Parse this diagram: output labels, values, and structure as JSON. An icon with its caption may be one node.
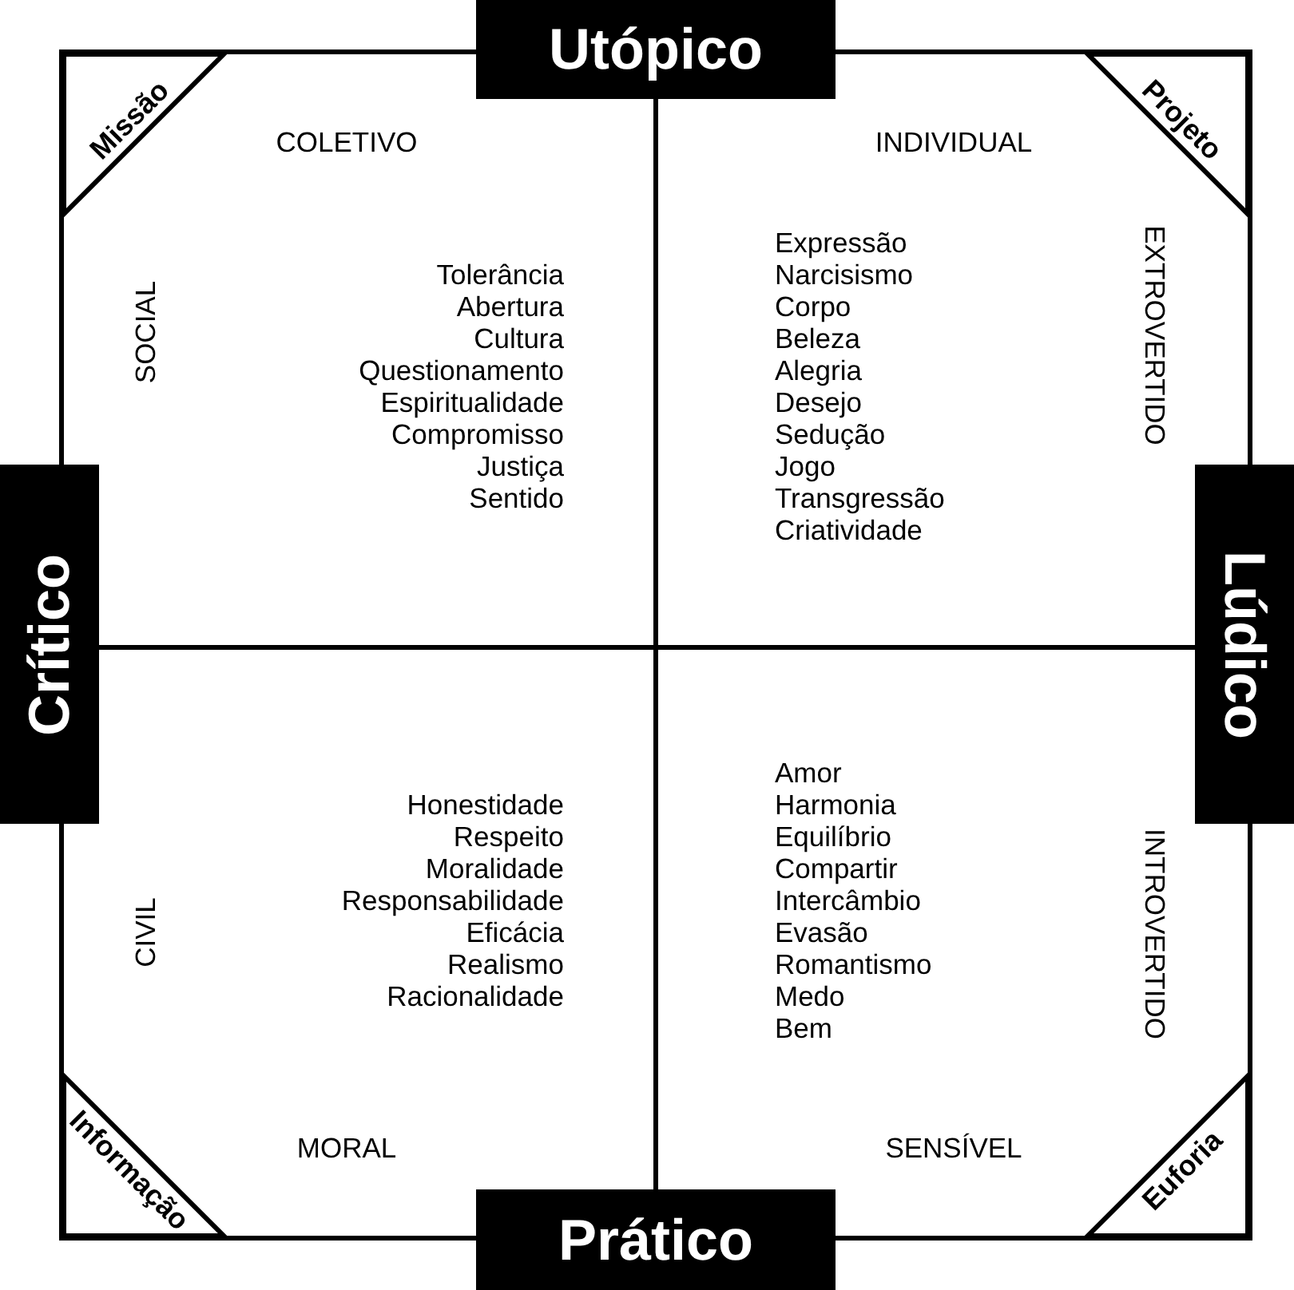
{
  "diagram": {
    "nodes": [
      {
        "text": [
          "Utópico"
        ]
      },
      {
        "text": [
          "COLETIVO",
          "SOCIAL",
          "Tolerância Abertura Cultura Questionamento Espiritualidade Compromisso Justiça Sentido"
        ]
      },
      {
        "text": [
          "Missão"
        ],
        "in": 1
      },
      {
        "text": [
          "INDIVIDUAL",
          "Expressão Narcisismo Corpo Beleza Alegria Desejo Sedução Jogo Transgressão Criatividade",
          "EXTROVERTIDO"
        ]
      },
      {
        "text": [
          "Projeto"
        ],
        "in": 3
      },
      {
        "text": [
          "Crítico"
        ]
      },
      {
        "text": [
          "Lúdico"
        ]
      },
      {
        "text": [
          "CIVIL",
          "Honestidade Respeito Moralidade Responsabilidade Eficácia Realismo Racionalidade",
          "MORAL"
        ]
      },
      {
        "text": [
          "Informação"
        ],
        "in": 7
      },
      {
        "text": [
          "Amor Harmonia Equilíbrio Compartir Intercâmbio Evasão Romantismo Medo Bem",
          "INTROVERTIDO",
          "SENSÍVEL"
        ]
      },
      {
        "text": [
          "Euforia"
        ],
        "in": 9
      },
      {
        "text": [
          "Prático"
        ]
      }
    ],
    "edges": []
  }
}
